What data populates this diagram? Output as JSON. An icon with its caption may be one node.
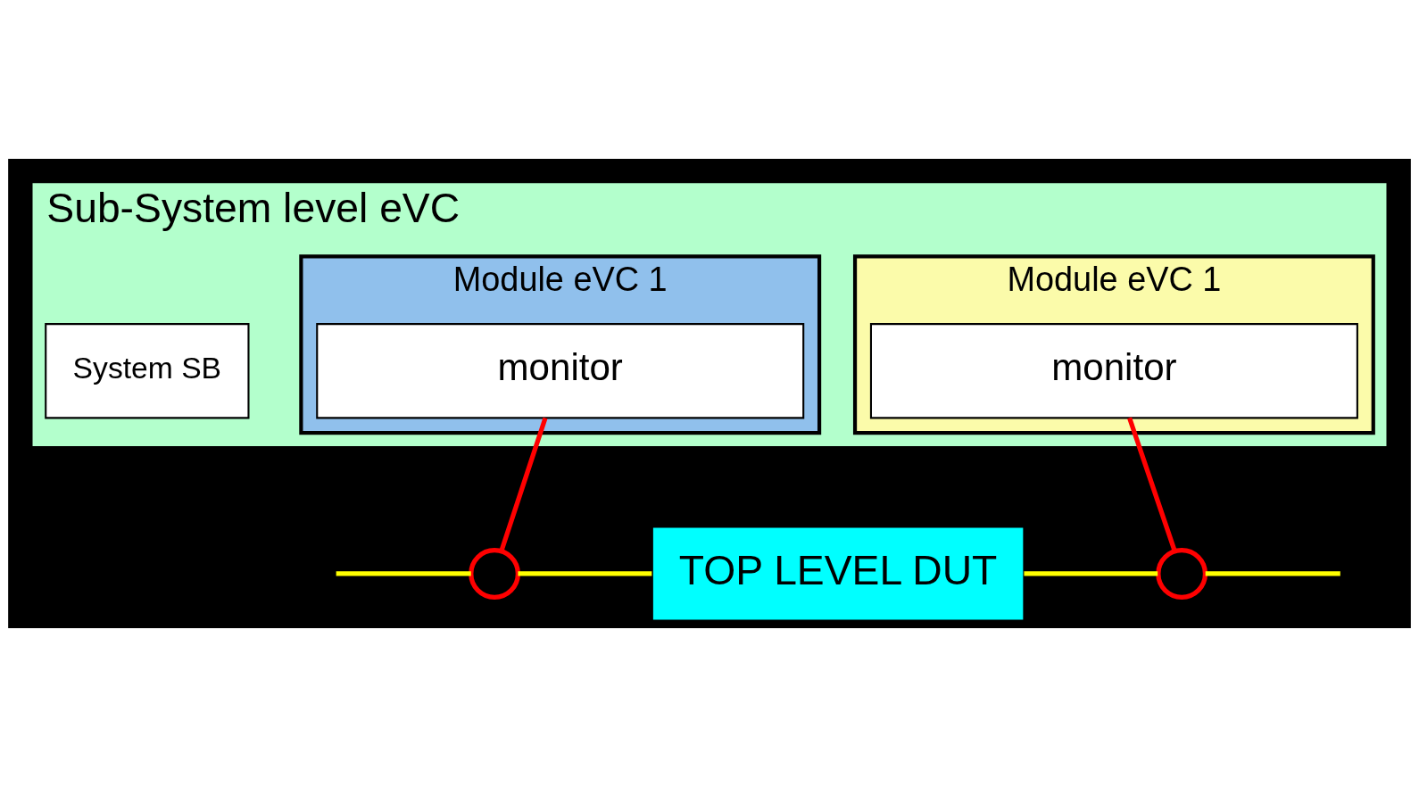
{
  "diagram": {
    "nodes": [
      {
        "text": [
          "Sub-System level eVC"
        ]
      },
      {
        "text": [
          "System SB"
        ],
        "in": 0
      },
      {
        "text": [
          "Module eVC 1"
        ],
        "in": 0
      },
      {
        "text": [
          "monitor"
        ],
        "in": 2
      },
      {
        "text": [
          "Module eVC 1"
        ],
        "in": 0
      },
      {
        "text": [
          "monitor"
        ],
        "in": 4
      },
      {
        "text": [
          "TOP LEVEL DUT"
        ]
      },
      {
        "text": [],
        "shape": "circle"
      },
      {
        "text": [],
        "shape": "circle"
      }
    ],
    "edges": [
      {
        "from": 3,
        "to": 7,
        "arrow": "none",
        "color": "#ff0000"
      },
      {
        "from": 5,
        "to": 8,
        "arrow": "none",
        "color": "#ff0000"
      },
      {
        "from": null,
        "to": 7,
        "arrow": "none"
      },
      {
        "from": 7,
        "to": 6,
        "arrow": "none"
      },
      {
        "from": 6,
        "to": 8,
        "arrow": "none"
      },
      {
        "from": 8,
        "to": null,
        "arrow": "none"
      }
    ]
  }
}
